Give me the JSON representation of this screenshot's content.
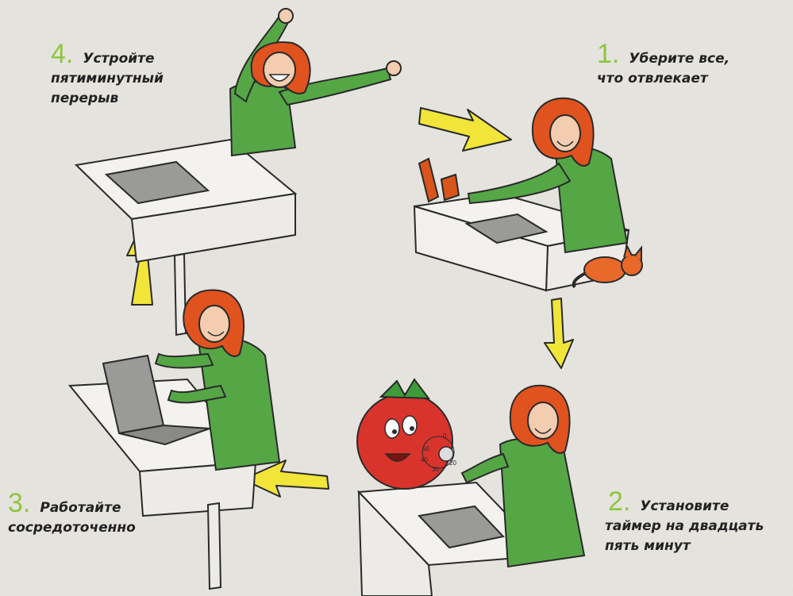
{
  "accent_color": "#8dc63f",
  "shirt_color": "#55a746",
  "hair_color": "#e0531e",
  "arrow_color": "#f1e53a",
  "tomato_color": "#d9342b",
  "steps": [
    {
      "number": "1",
      "dot": ".",
      "lines": [
        "Уберите все,",
        "что отвлекает"
      ]
    },
    {
      "number": "2",
      "dot": ".",
      "lines": [
        "Установите",
        "таймер на двадцать",
        "пять минут"
      ]
    },
    {
      "number": "3",
      "dot": ".",
      "lines": [
        "Работайте",
        "сосредоточенно"
      ]
    },
    {
      "number": "4",
      "dot": ".",
      "lines": [
        "Устройте",
        "пятиминутный",
        "перерыв"
      ]
    }
  ],
  "timer_dial": {
    "numbers": [
      "0",
      "50",
      "40",
      "30",
      "20"
    ]
  },
  "icons": [
    "phone-icon",
    "cup-icon",
    "cat-icon",
    "tomato-timer-icon",
    "laptop-icon"
  ]
}
